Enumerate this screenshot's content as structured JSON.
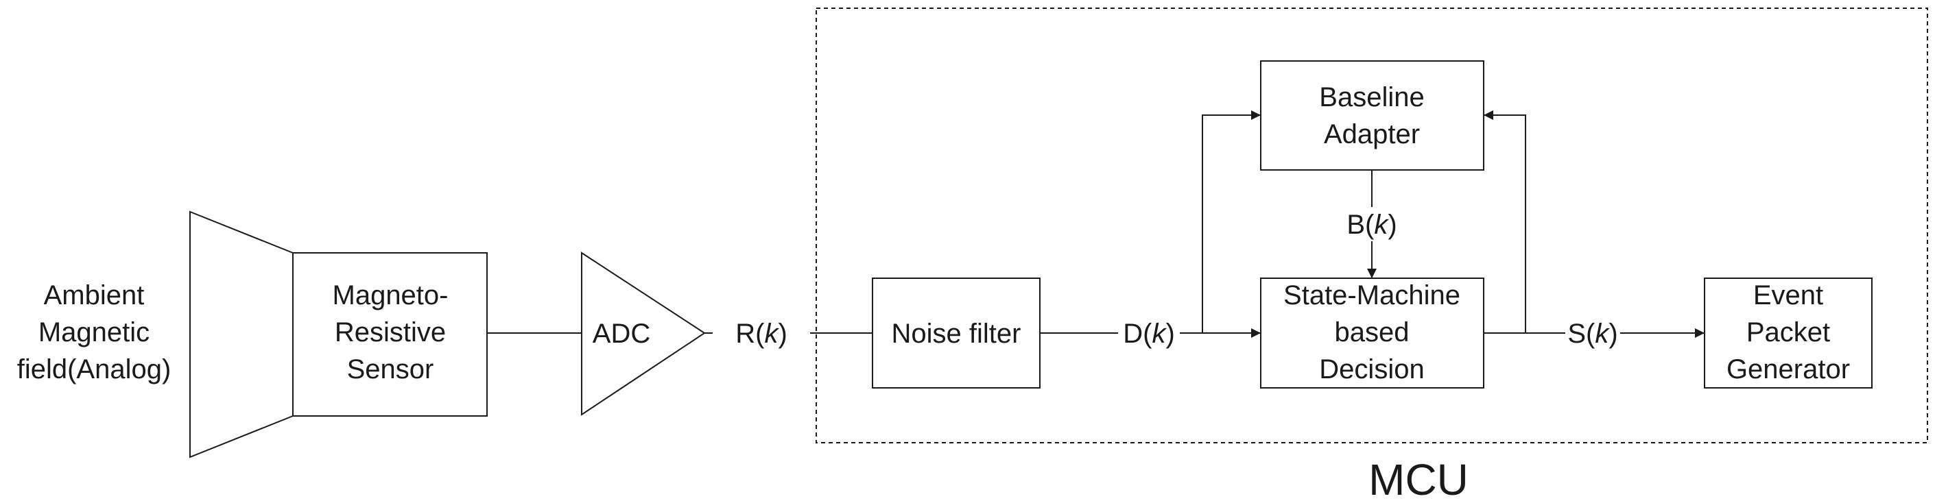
{
  "input": {
    "line1": "Ambient",
    "line2": "Magnetic",
    "line3": "field(Analog)"
  },
  "sensor": {
    "line1": "Magneto-",
    "line2": "Resistive",
    "line3": "Sensor"
  },
  "adc": {
    "label": "ADC"
  },
  "signals": {
    "r": {
      "name": "R(",
      "var": "k",
      "close": ")"
    },
    "d": {
      "name": "D(",
      "var": "k",
      "close": ")"
    },
    "b": {
      "name": "B(",
      "var": "k",
      "close": ")"
    },
    "s": {
      "name": "S(",
      "var": "k",
      "close": ")"
    }
  },
  "noise_filter": {
    "label": "Noise filter"
  },
  "baseline_adapter": {
    "line1": "Baseline",
    "line2": "Adapter"
  },
  "state_machine": {
    "line1": "State-Machine",
    "line2": "based",
    "line3": "Decision"
  },
  "event_packet": {
    "line1": "Event",
    "line2": "Packet",
    "line3": "Generator"
  },
  "mcu": {
    "label": "MCU"
  }
}
